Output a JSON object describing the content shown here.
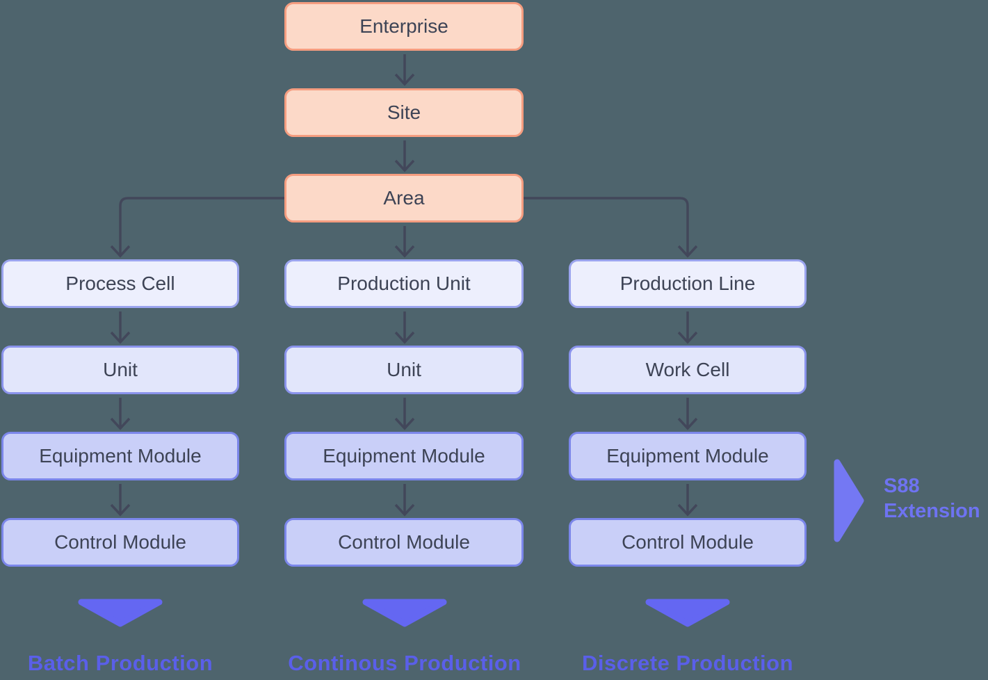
{
  "hierarchy": {
    "root_chain": [
      "Enterprise",
      "Site",
      "Area"
    ],
    "columns": [
      {
        "boxes": [
          "Process Cell",
          "Unit",
          "Equipment Module",
          "Control Module"
        ],
        "production_type": "Batch Production"
      },
      {
        "boxes": [
          "Production Unit",
          "Unit",
          "Equipment Module",
          "Control Module"
        ],
        "production_type": "Continous Production"
      },
      {
        "boxes": [
          "Production Line",
          "Work Cell",
          "Equipment Module",
          "Control Module"
        ],
        "production_type": "Discrete Production"
      }
    ],
    "annotation": {
      "label": "S88 Extension"
    }
  },
  "colors": {
    "background": "#4e646d",
    "root_fill": "#fcd9c8",
    "root_border": "#f59d80",
    "level1_fill": "#edeffd",
    "level1_border": "#9ba4ee",
    "level2_fill": "#e2e6fb",
    "level2_border": "#8a93ec",
    "level3_fill": "#c9cff8",
    "level3_border": "#7b86ea",
    "connector": "#42475a",
    "node_text": "#3d4355",
    "triangle_indigo": "#6467f2",
    "production_label_text": "#5a5fe9",
    "s88_arrow": "#7478f3",
    "s88_text": "#6e73f2"
  }
}
